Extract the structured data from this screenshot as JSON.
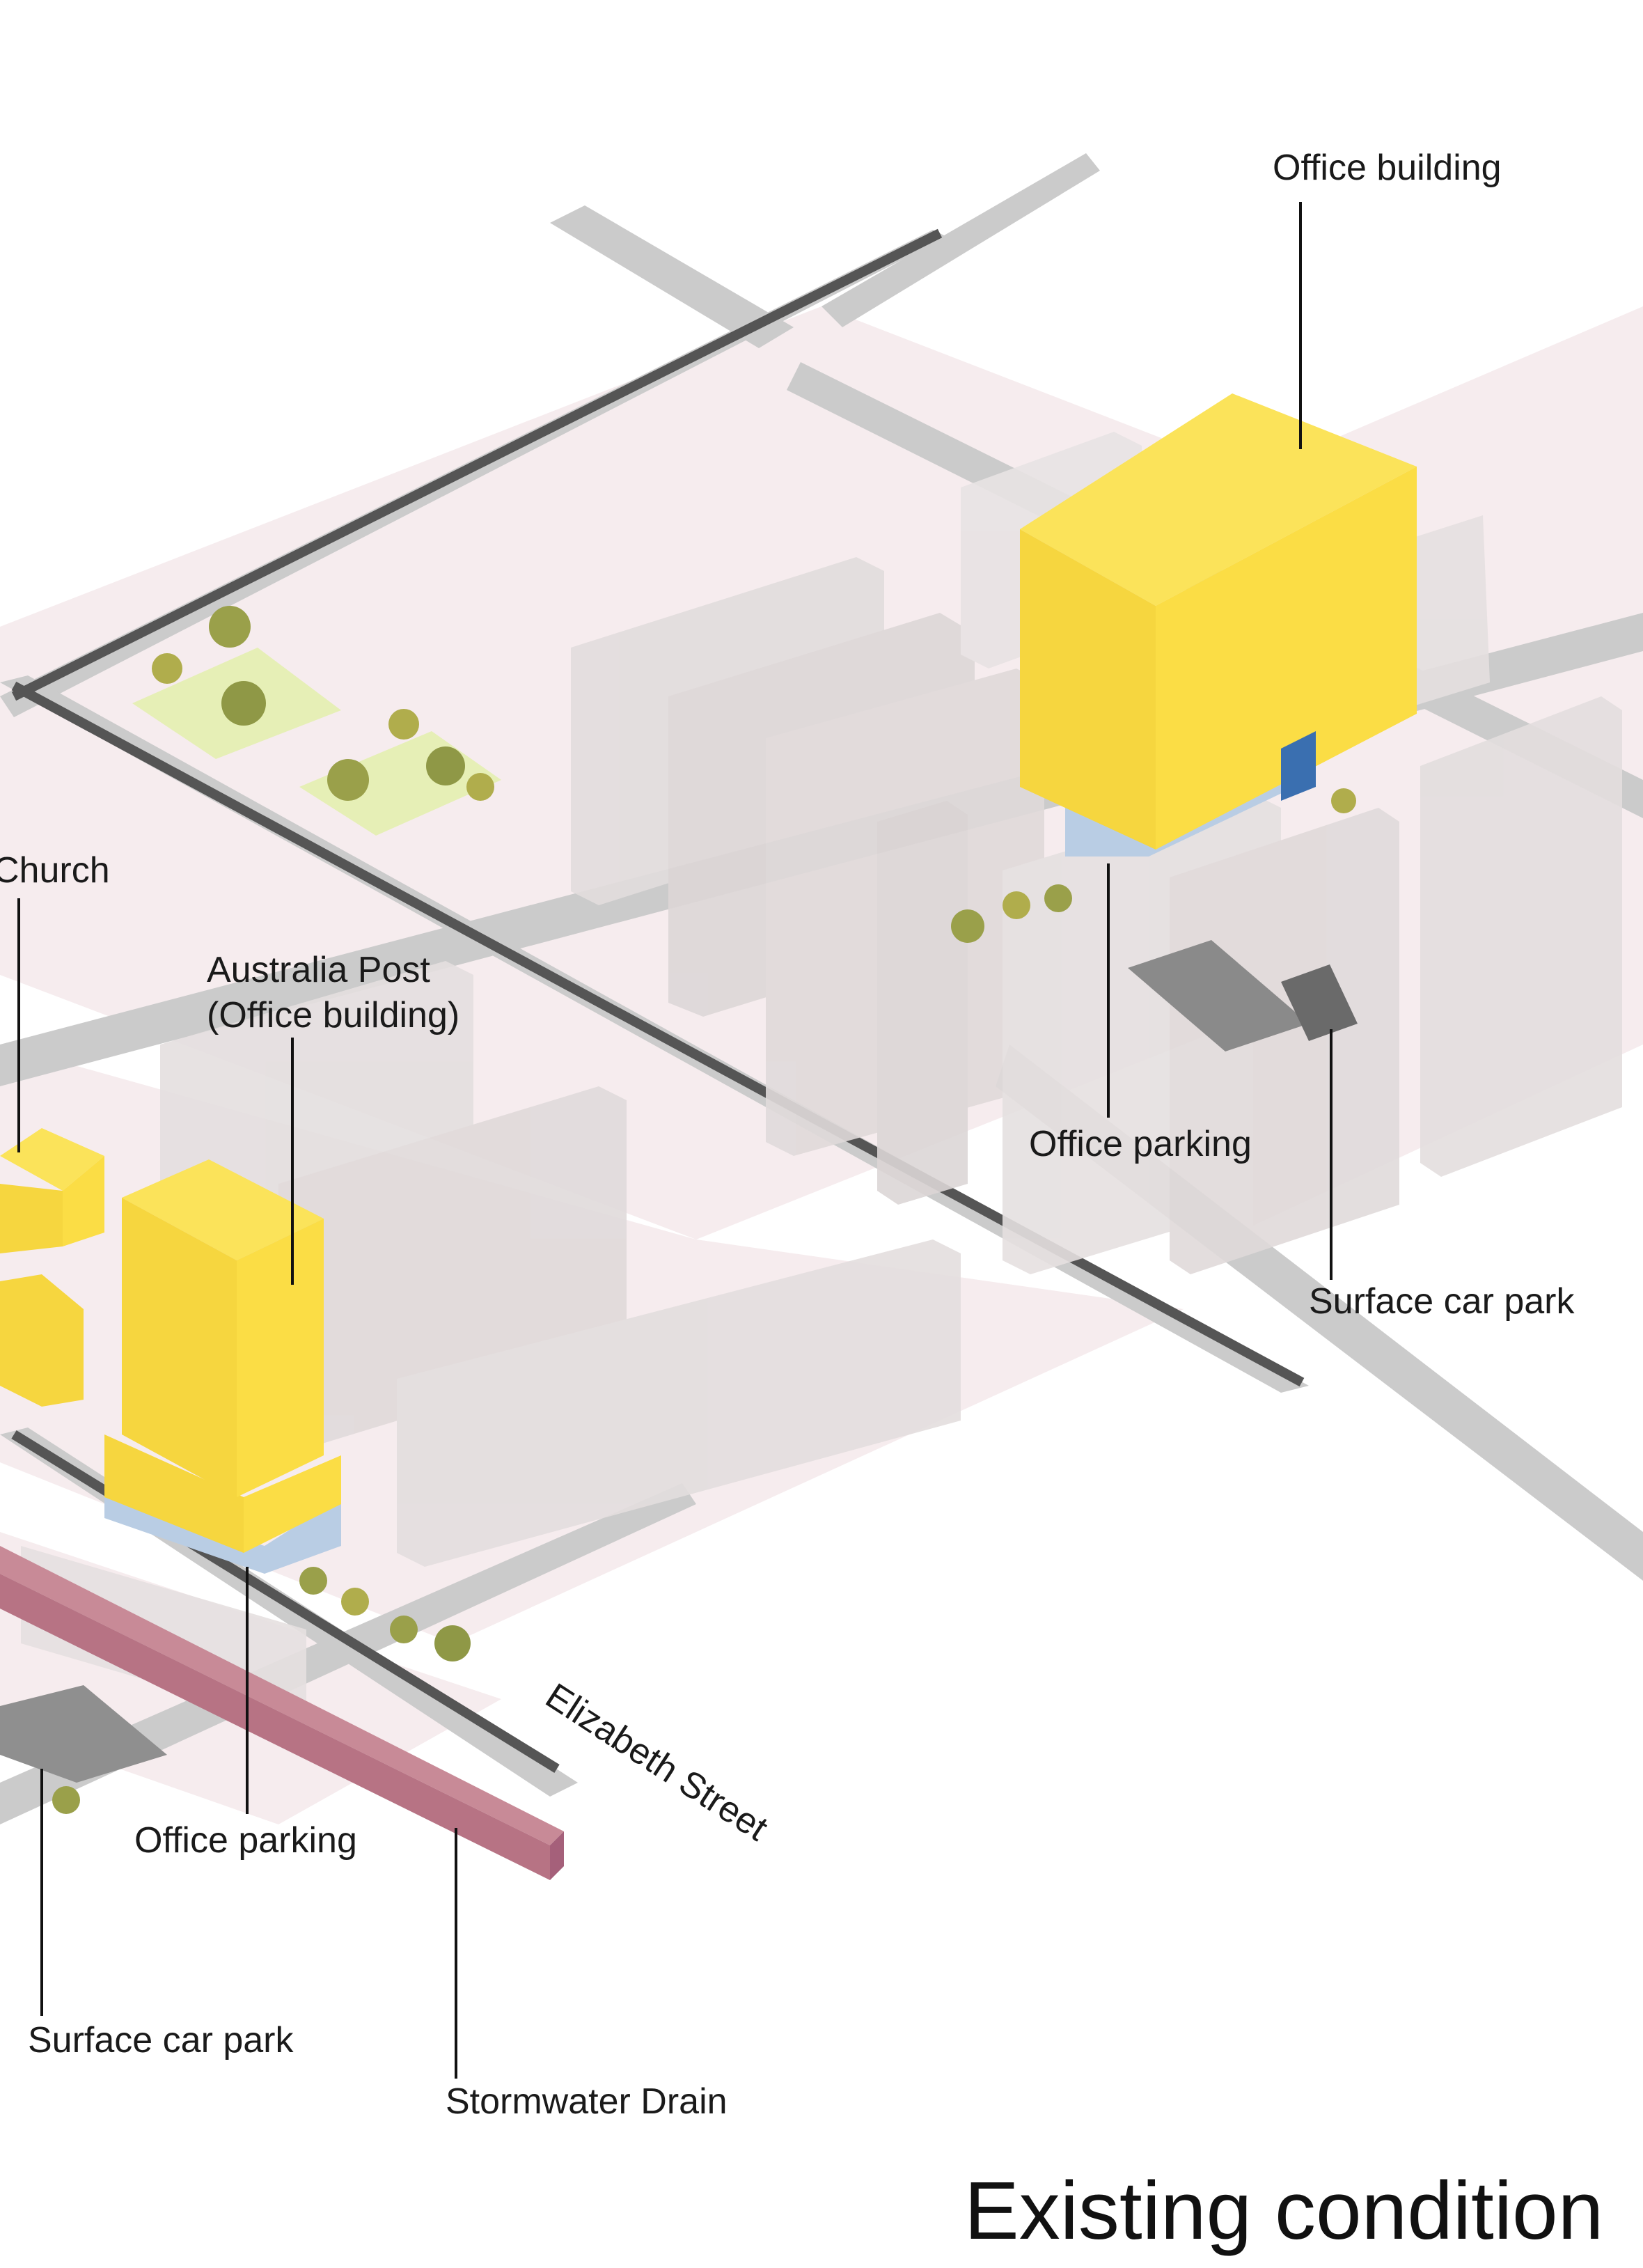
{
  "labels": {
    "office_building_right": "Office building",
    "church": "Church",
    "australia_post_line1": "Australia Post",
    "australia_post_line2": "(Office building)",
    "office_parking_right": "Office parking",
    "surface_car_park_right": "Surface car park",
    "elizabeth_street": "Elizabeth Street",
    "office_parking_left": "Office parking",
    "surface_car_park_left": "Surface car park",
    "stormwater_drain": "Stormwater Drain"
  },
  "title": "Existing condition",
  "colors": {
    "building_highlight": "#fbdd45",
    "block_ground": "#f6ecee",
    "road": "#cbcbcb",
    "road_centre": "#555555",
    "context_building": "#e2dddd",
    "parking_basement": "#b9cde4",
    "stormwater_drain": "#c88a97",
    "park_grass": "#e6efb6",
    "tree": "#9aa04a"
  }
}
